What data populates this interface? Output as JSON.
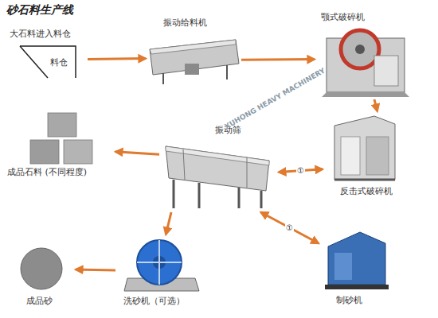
{
  "diagram": {
    "title": "砂石料生产线",
    "nodes": [
      {
        "text": [
          "大石料进入料仓",
          "料仓"
        ]
      },
      {
        "text": [
          "振动给料机"
        ]
      },
      {
        "text": [
          "颚式破碎机"
        ]
      },
      {
        "text": [
          "反击式破碎机"
        ]
      },
      {
        "text": [
          "振动筛"
        ]
      },
      {
        "text": [
          "成品石料 (不同程度)"
        ]
      },
      {
        "text": [
          "制砂机"
        ]
      },
      {
        "text": [
          "洗砂机（可选）"
        ]
      },
      {
        "text": [
          "成品砂"
        ]
      }
    ],
    "edges": [
      {
        "from": 0,
        "to": 1,
        "arrow": "to"
      },
      {
        "from": 1,
        "to": 2,
        "arrow": "to"
      },
      {
        "from": 2,
        "to": 3,
        "arrow": "to"
      },
      {
        "from": 3,
        "to": 4,
        "label": "①",
        "arrow": "both"
      },
      {
        "from": 4,
        "to": 5,
        "arrow": "to"
      },
      {
        "from": 4,
        "to": 6,
        "label": "①",
        "arrow": "both"
      },
      {
        "from": 4,
        "to": 7,
        "arrow": "to"
      },
      {
        "from": 7,
        "to": 8,
        "arrow": "to"
      }
    ],
    "labels": [
      "XUHONG HEAVY MACHINERY"
    ]
  }
}
